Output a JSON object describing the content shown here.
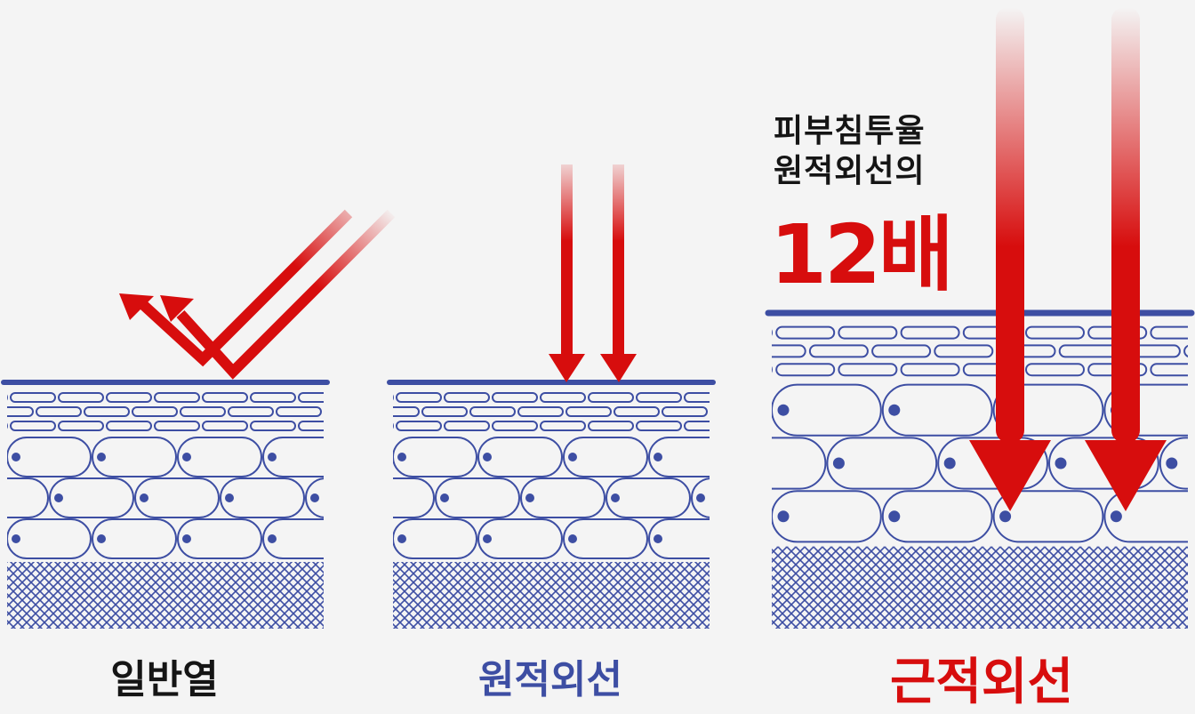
{
  "panels": [
    {
      "id": "heat",
      "label": "일반열"
    },
    {
      "id": "far-infrared",
      "label": "원적외선"
    },
    {
      "id": "near-infrared",
      "label": "근적외선"
    }
  ],
  "callout": {
    "line1": "피부침투율",
    "line2": "원적외선의",
    "highlight": "12배"
  },
  "colors": {
    "background": "#f4f4f4",
    "skin_line": "#3d4ea3",
    "arrow_red": "#d70d0d",
    "text_dark": "#151515"
  },
  "icons": {
    "skin": "skin-cross-section-icon",
    "arrow": "light-ray-arrow-icon"
  }
}
